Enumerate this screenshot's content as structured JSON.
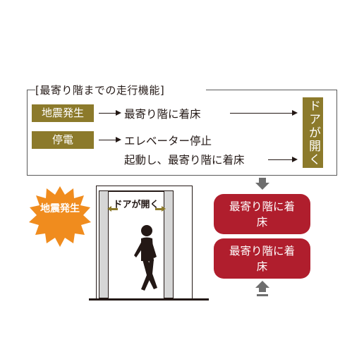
{
  "title": "[最寄り階までの走行機能]",
  "tags": {
    "earthquake": "地震発生",
    "outage": "停電"
  },
  "rows": {
    "quake_result": "最寄り階に着床",
    "outage_line1": "エレベーター停止",
    "outage_line2": "起動し、最寄り階に着床"
  },
  "result_vertical": "ドアが開く",
  "illustration": {
    "burst_label": "地震発生",
    "door_open_label": "ドアが開く",
    "pill_top": "最寄り階に着床",
    "pill_bottom": "最寄り階に着床"
  },
  "colors": {
    "olive": "#8c7a2b",
    "red": "#b01e2d",
    "orange": "#f08c1e",
    "gray_arrow": "#6e6e6e"
  }
}
